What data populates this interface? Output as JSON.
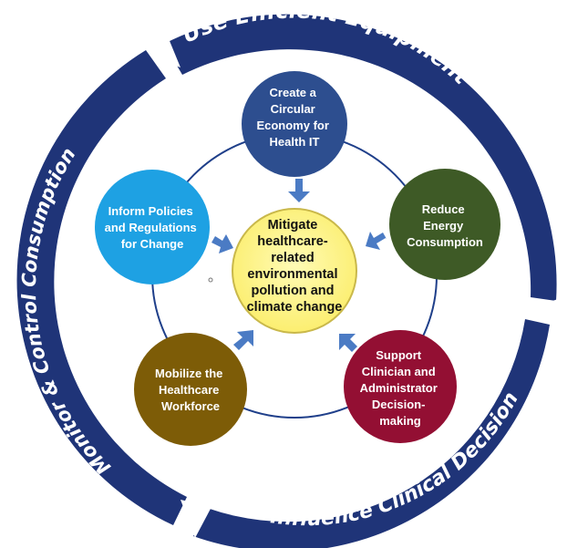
{
  "ring": {
    "top_label": "Use Efficient Equipment",
    "bottom_label": "Influence Clinical Decisions",
    "left_label": "Monitor & Control Consumption",
    "color": "#1f3478"
  },
  "center": {
    "lines": [
      "Mitigate",
      "healthcare-",
      "related",
      "environmental",
      "pollution and",
      "climate change"
    ],
    "fill": "#fdf27a",
    "stroke": "#c9b84a"
  },
  "nodes": [
    {
      "id": "circular-economy",
      "lines": [
        "Create a",
        "Circular",
        "Economy for",
        "Health IT"
      ],
      "fill": "#2d4e8f"
    },
    {
      "id": "reduce-energy",
      "lines": [
        "Reduce",
        "Energy",
        "Consumption"
      ],
      "fill": "#3e5a26"
    },
    {
      "id": "support-decision",
      "lines": [
        "Support",
        "Clinician and",
        "Administrator",
        "Decision-",
        "making"
      ],
      "fill": "#930f33"
    },
    {
      "id": "mobilize-workforce",
      "lines": [
        "Mobilize the",
        "Healthcare",
        "Workforce"
      ],
      "fill": "#7d5c07"
    },
    {
      "id": "inform-policies",
      "lines": [
        "Inform Policies",
        "and Regulations",
        "for Change"
      ],
      "fill": "#1ea1e3"
    }
  ],
  "colors": {
    "arrow": "#4b7bc4",
    "inner_ring": "#1f3f8a"
  }
}
